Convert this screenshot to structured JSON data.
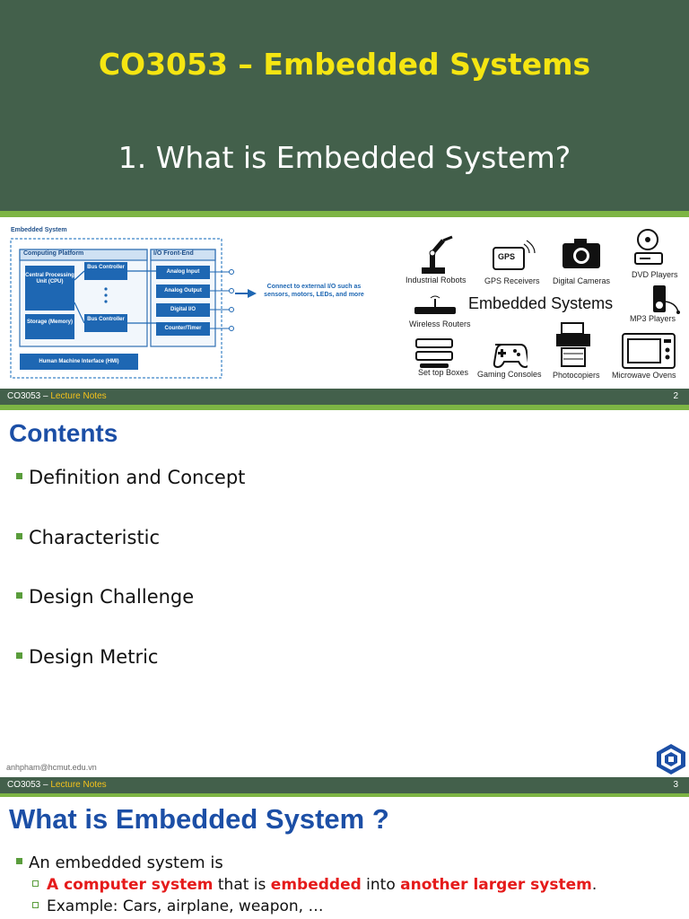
{
  "slide1": {
    "title": "CO3053 – Embedded Systems",
    "subtitle": "1. What is Embedded System?",
    "diagram": {
      "title": "Embedded System",
      "computing_platform": "Computing Platform",
      "io_front_end": "I/O Front-End",
      "bus_controller_1": "Bus Controller",
      "cpu": "Central Processing Unit (CPU)",
      "storage": "Storage (Memory)",
      "bus_controller_2": "Bus Controller",
      "analog_input": "Analog Input",
      "analog_output": "Analog Output",
      "digital_io": "Digital I/O",
      "counter_timer": "Counter/Timer",
      "hmi": "Human Machine Interface (HMI)",
      "connect_text": "Connect to external I/O such as sensors, motors, LEDs, and more"
    },
    "devices": {
      "center_label": "Embedded Systems",
      "industrial_robots": "Industrial Robots",
      "gps_receivers": "GPS Receivers",
      "gps_badge": "GPS",
      "digital_cameras": "Digital Cameras",
      "dvd_players": "DVD Players",
      "wireless_routers": "Wireless Routers",
      "mp3_players": "MP3 Players",
      "set_top_boxes": "Set top Boxes",
      "gaming_consoles": "Gaming Consoles",
      "photocopiers": "Photocopiers",
      "microwave_ovens": "Microwave Ovens"
    },
    "footer": {
      "course": "CO3053 – ",
      "notes": "Lecture Notes",
      "page": "2"
    }
  },
  "slide2": {
    "title": "Contents",
    "items": [
      "Definition and Concept",
      "Characteristic",
      "Design Challenge",
      "Design Metric"
    ],
    "email": "anhpham@hcmut.edu.vn",
    "footer": {
      "course": "CO3053 – ",
      "notes": "Lecture Notes",
      "page": "3"
    }
  },
  "slide3": {
    "title": "What is Embedded System ?",
    "bullet": "An embedded system is",
    "sub1": {
      "a": "A computer system",
      "b": " that is ",
      "c": "embedded",
      "d": " into ",
      "e": "another larger system",
      "f": "."
    },
    "sub2": "Example: Cars, airplane, weapon, …"
  },
  "colors": {
    "header_bg": "#43604b",
    "title_yellow": "#f5e512",
    "stripe_green": "#7db544",
    "heading_blue": "#1c4fa6",
    "emph_red": "#e51b1b",
    "footer_notes": "#f5c21b"
  }
}
